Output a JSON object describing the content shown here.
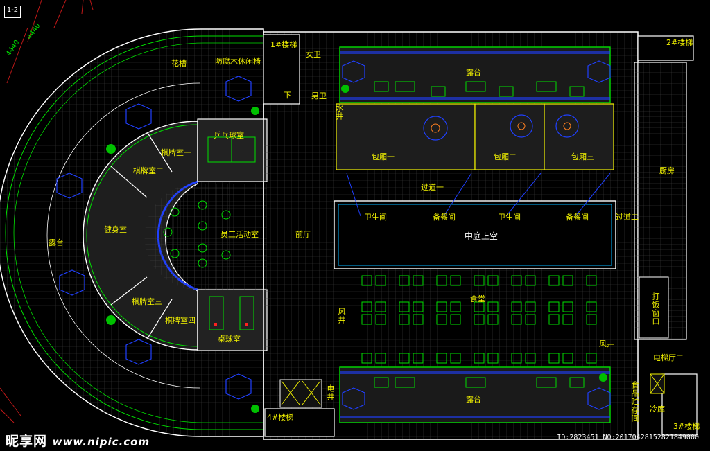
{
  "title_tag": "1-2",
  "dims": [
    "4440",
    "4440"
  ],
  "rooms": {
    "flower_rack": "花槽",
    "wood_bench": "防腐木休闲椅",
    "terrace_left": "露台",
    "terrace_top": "露台",
    "terrace_bottom": "露台",
    "chess_1": "棋牌室一",
    "chess_2": "棋牌室二",
    "chess_3": "棋牌室三",
    "chess_4": "棋牌室四",
    "pingpong": "乒乓球室",
    "billiard": "桌球室",
    "gym": "健身室",
    "staff_activity": "员工活动室",
    "lobby": "前厅",
    "stair_1": "1#楼梯",
    "stair_2": "2#楼梯",
    "stair_3": "3#楼梯",
    "stair_4": "4#楼梯",
    "wc_female": "女卫",
    "wc_male": "男卫",
    "stair_down": "下",
    "water_well": "水井",
    "private_1": "包厢一",
    "private_2": "包厢二",
    "private_3": "包厢三",
    "corridor_1": "过道一",
    "corridor_2": "过道二",
    "toilet_a": "卫生间",
    "toilet_b": "卫生间",
    "pantry_a": "备餐间",
    "pantry_b": "备餐间",
    "atrium": "中庭上空",
    "dining": "食堂",
    "kitchen": "厨房",
    "serving_window": "打饭窗口",
    "elevator_hall": "电梯厅二",
    "air_shaft_a": "风井",
    "air_shaft_b": "风井",
    "elec_shaft": "电井",
    "food_storage": "食品贮存间",
    "cold_storage": "冷库"
  },
  "watermark": {
    "brand": "昵享网",
    "url": "www.nipic.com"
  },
  "meta": "ID:2823451 NO:20170428152821849000",
  "colors": {
    "background": "#000000",
    "wall": "#ffffff",
    "furniture": "#00e000",
    "label": "#f2f200",
    "grid": "#3a3a3a",
    "accent_blue": "#2040ff",
    "accent_cyan": "#00b4ff",
    "accent_red": "#ff2020"
  }
}
